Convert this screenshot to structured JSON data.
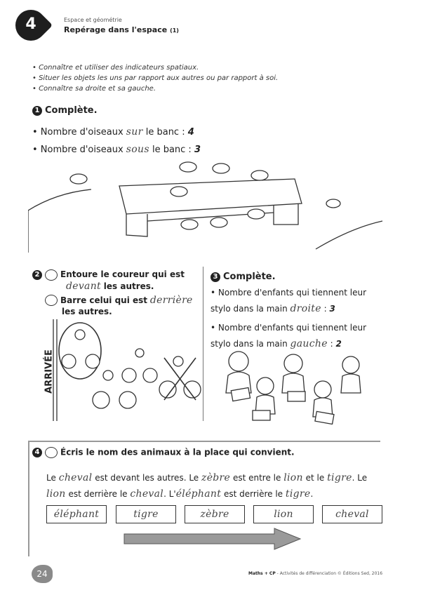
{
  "header": {
    "chapter_number": "4",
    "subtitle": "Espace et géométrie",
    "title": "Repérage dans l'espace",
    "title_suffix": "(1)"
  },
  "objectives": [
    "• Connaître et utiliser des indicateurs spatiaux.",
    "• Situer les objets les uns par rapport aux autres ou par rapport à soi.",
    "• Connaître sa droite et sa gauche."
  ],
  "ex1": {
    "number": "1",
    "title": "Complète.",
    "line1": {
      "pre": "• Nombre d'oiseaux",
      "word": "sur",
      "post": "le banc :",
      "answer": "4"
    },
    "line2": {
      "pre": "• Nombre d'oiseaux",
      "word": "sous",
      "post": "le banc :",
      "answer": "3"
    }
  },
  "ex2": {
    "number": "2",
    "instr1_a": "Entoure le coureur qui est",
    "instr1_word": "devant",
    "instr1_b": "les autres.",
    "instr2_a": "Barre celui qui est",
    "instr2_word": "derrière",
    "instr2_b": "les autres.",
    "finish_label": "ARRIVÉE"
  },
  "ex3": {
    "number": "3",
    "title": "Complète.",
    "line1_a": "• Nombre d'enfants qui tiennent leur",
    "line1_b": "stylo dans la main",
    "line1_word": "droite",
    "line1_answer": "3",
    "line2_a": "• Nombre d'enfants qui tiennent leur",
    "line2_b": "stylo dans la main",
    "line2_word": "gauche",
    "line2_answer": "2"
  },
  "ex4": {
    "number": "4",
    "title": "Écris le nom des animaux à la place qui convient.",
    "s": [
      "Le",
      "cheval",
      "est devant les autres. Le",
      "zèbre",
      "est entre le",
      "lion",
      "et le",
      "tigre",
      ". Le",
      "lion",
      "est derrière le",
      "cheval",
      ". L'",
      "éléphant",
      "est derrière le",
      "tigre",
      "."
    ],
    "words": [
      "éléphant",
      "tigre",
      "zèbre",
      "lion",
      "cheval"
    ]
  },
  "footer": {
    "page": "24",
    "brand": "Maths + CP",
    "text": "- Activités de différenciation © Éditions Sed, 2016"
  }
}
